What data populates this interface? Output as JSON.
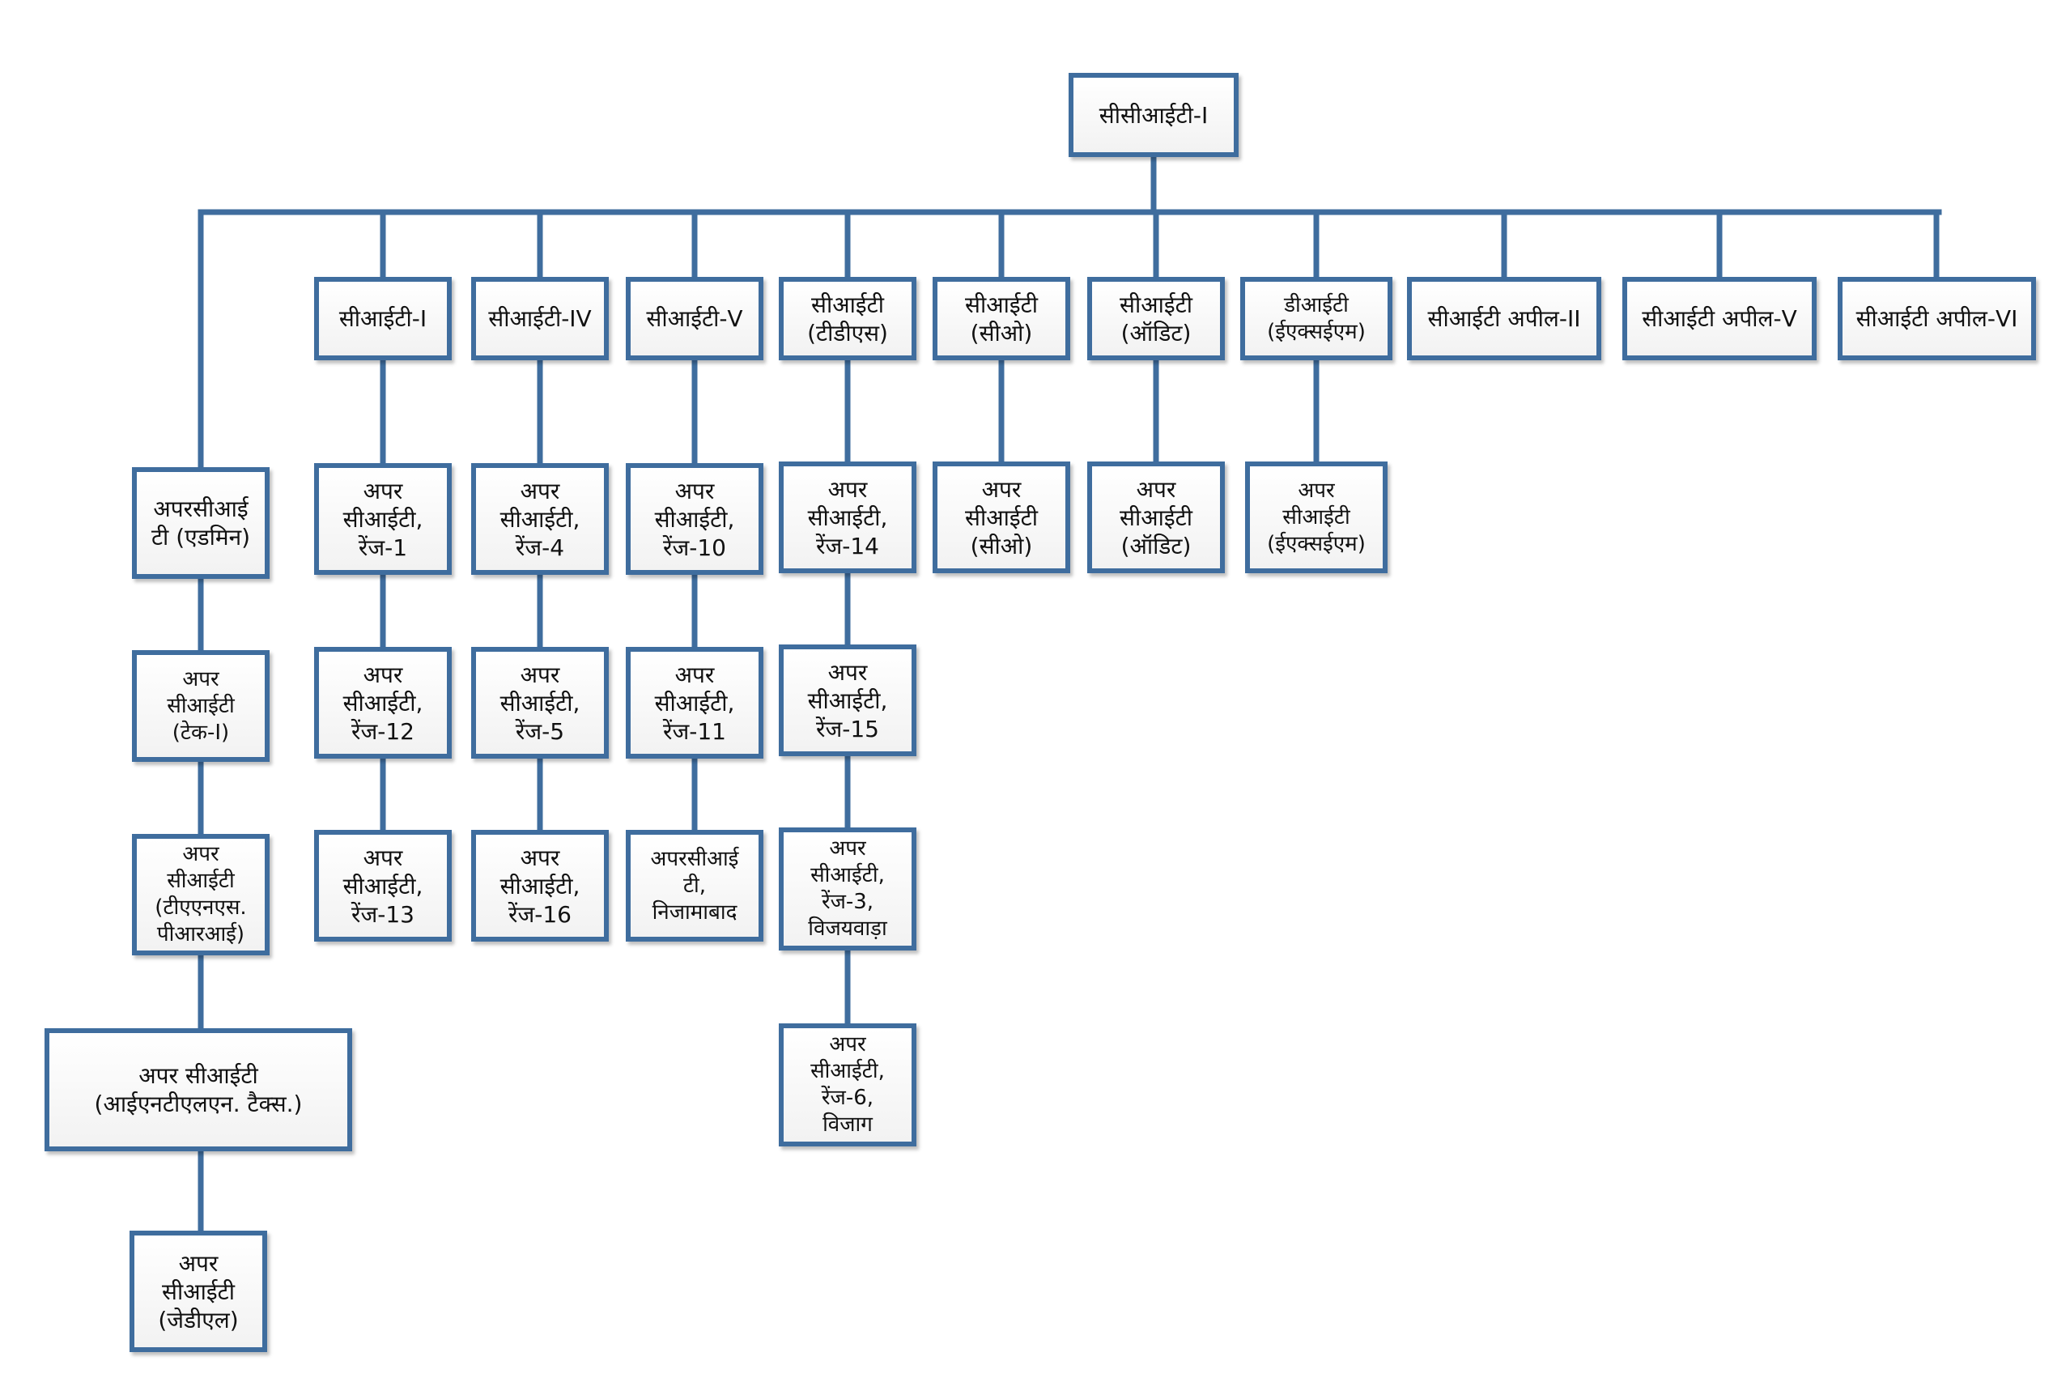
{
  "colors": {
    "border": "#3f6d9e",
    "line": "#3f6d9e",
    "fill": "#f2f2f2"
  },
  "nodes": {
    "root": "सीसीआईटी-I",
    "admin": "अपरसीआई\nटी (एडमिन)",
    "tech": "अपर\nसीआईटी\n(टेक-I)",
    "tps": "अपर\nसीआईटी\n(टीएएनएस.\nपीआरआई)",
    "intl": "अपर सीआईटी\n(आईएनटीएलएन. टैक्स.)",
    "jdl": "अपर\nसीआईटी\n(जेडीएल)",
    "cit1": "सीआईटी-I",
    "r1": "अपर\nसीआईटी,\nरेंज-1",
    "r12": "अपर\nसीआईटी,\nरेंज-12",
    "r13": "अपर\nसीआईटी,\nरेंज-13",
    "cit4": "सीआईटी-IV",
    "r4": "अपर\nसीआईटी,\nरेंज-4",
    "r5": "अपर\nसीआईटी,\nरेंज-5",
    "r16": "अपर\nसीआईटी,\nरेंज-16",
    "cit5": "सीआईटी-V",
    "r10": "अपर\nसीआईटी,\nरेंज-10",
    "r11": "अपर\nसीआईटी,\nरेंज-11",
    "niz": "अपरसीआई\nटी,\nनिजामाबाद",
    "tds": "सीआईटी\n(टीडीएस)",
    "r14": "अपर\nसीआईटी,\nरेंज-14",
    "r15": "अपर\nसीआईटी,\nरेंज-15",
    "r3": "अपर\nसीआईटी,\nरेंज-3,\nविजयवाड़ा",
    "r6": "अपर\nसीआईटी,\nरेंज-6,\nविजाग",
    "co": "सीआईटी\n(सीओ)",
    "aco": "अपर\nसीआईटी\n(सीओ)",
    "audit": "सीआईटी\n(ऑडिट)",
    "aaudit": "अपर\nसीआईटी\n(ऑडिट)",
    "exm": "डीआईटी\n(ईएक्सईएम)",
    "aexm": "अपर\nसीआईटी\n(ईएक्सईएम)",
    "ap2": "सीआईटी अपील-II",
    "ap5": "सीआईटी अपील-V",
    "ap6": "सीआईटी अपील-VI"
  }
}
